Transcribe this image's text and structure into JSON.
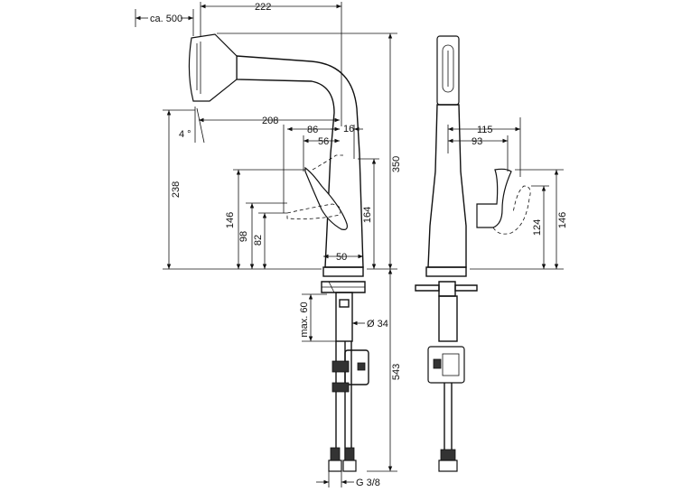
{
  "dimensions": {
    "reach_pull": "ca. 500",
    "width_222": "222",
    "height_350": "350",
    "height_238": "238",
    "width_208": "208",
    "angle_4": "4 °",
    "width_86": "86",
    "width_56": "56",
    "width_16": "16",
    "height_146_left": "146",
    "height_98": "98",
    "height_82": "82",
    "height_164": "164",
    "width_50": "50",
    "max_60": "max. 60",
    "diameter_34": "Ø 34",
    "height_543": "543",
    "thread": "G 3/8",
    "width_115": "115",
    "width_93": "93",
    "height_124": "124",
    "height_146_right": "146"
  },
  "colors": {
    "line": "#111111",
    "background": "#ffffff"
  }
}
